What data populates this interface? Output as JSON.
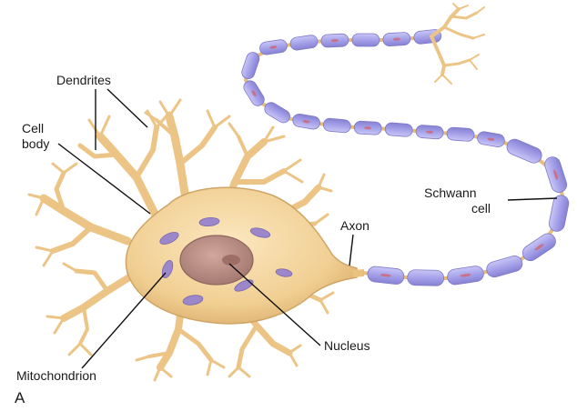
{
  "labels": {
    "dendrites": "Dendrites",
    "cell_body_1": "Cell",
    "cell_body_2": "body",
    "schwann_1": "Schwann",
    "schwann_2": "cell",
    "axon": "Axon",
    "nucleus": "Nucleus",
    "mitochondrion": "Mitochondrion",
    "panel": "A"
  },
  "colors": {
    "cell_fill": "#f1cf93",
    "cell_outline": "#c9a367",
    "nucleus_fill": "#b98e86",
    "nucleolus_fill": "#9f6f67",
    "organelle_fill": "#9b87c9",
    "myelin_fill": "#a8a4ea",
    "myelin_outline": "#7d78c8",
    "schwann_nucleus": "#c9708a",
    "leader_line": "#111111"
  }
}
